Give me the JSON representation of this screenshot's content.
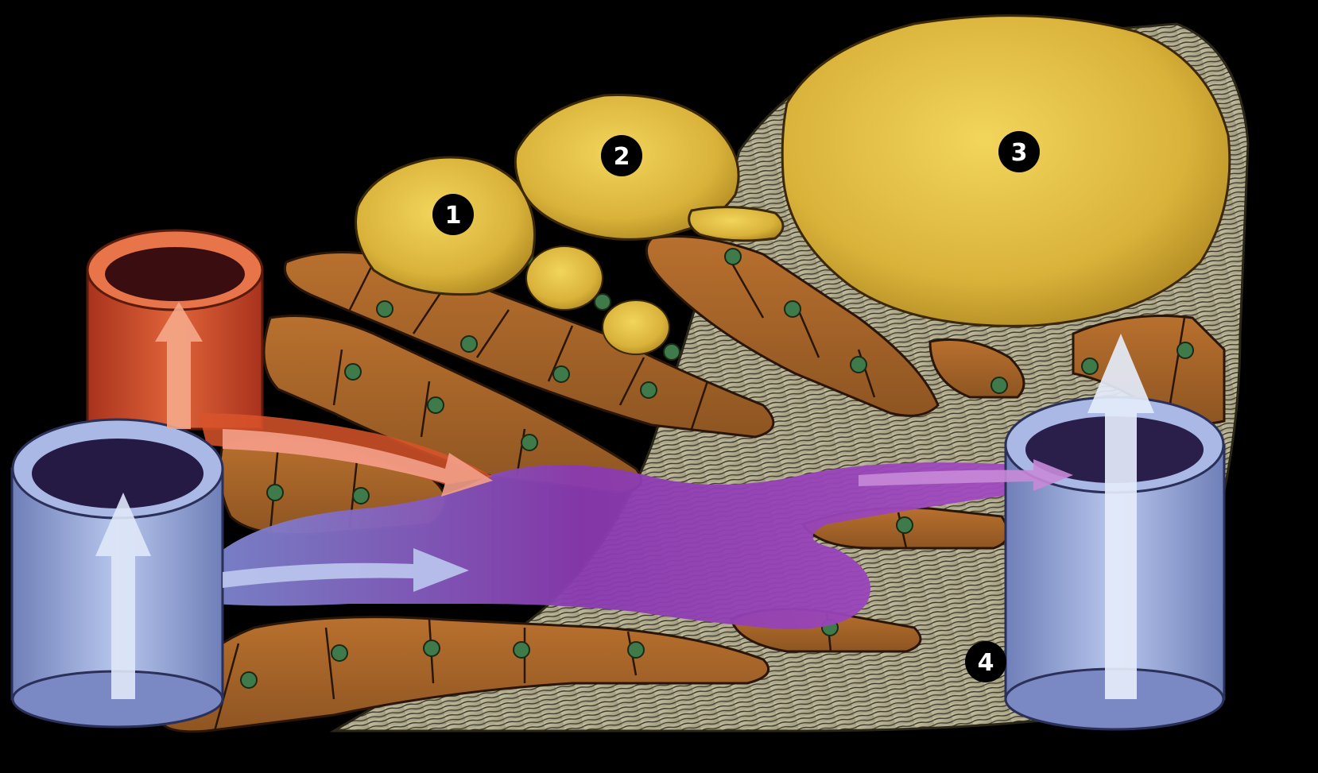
{
  "labels": [
    {
      "id": "1",
      "text": "1"
    },
    {
      "id": "2",
      "text": "2"
    },
    {
      "id": "3",
      "text": "3"
    },
    {
      "id": "4",
      "text": "4"
    }
  ],
  "colors": {
    "background": "#000000",
    "hepatocyte": "#a8642a",
    "fat_cell": "#d9b23a",
    "fiber": "#b7b296",
    "artery": "#d8542a",
    "vein": "#9db0dc",
    "sinus_blood": "#8a3ab0",
    "nucleus": "#3f7a4a"
  }
}
